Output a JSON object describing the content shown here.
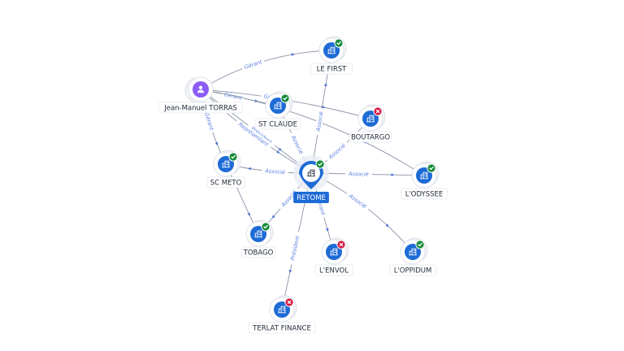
{
  "graph": {
    "center": {
      "id": "retome",
      "label": "RETOME",
      "status": "ok"
    },
    "nodes": [
      {
        "id": "le-first",
        "label": "LE FIRST",
        "type": "company",
        "status": "ok"
      },
      {
        "id": "jean-manuel-torras",
        "label": "Jean-Manuel TORRAS",
        "type": "person",
        "status": ""
      },
      {
        "id": "st-claude",
        "label": "ST CLAUDE",
        "type": "company",
        "status": "ok"
      },
      {
        "id": "boutargo",
        "label": "BOUTARGO",
        "type": "company",
        "status": "ko"
      },
      {
        "id": "sc-meto",
        "label": "SC METO",
        "type": "company",
        "status": "ok"
      },
      {
        "id": "lodyssee",
        "label": "L'ODYSSEE",
        "type": "company",
        "status": "ok"
      },
      {
        "id": "tobago",
        "label": "TOBAGO",
        "type": "company",
        "status": "ok"
      },
      {
        "id": "lenvol",
        "label": "L'ENVOL",
        "type": "company",
        "status": "ko"
      },
      {
        "id": "loppidum",
        "label": "L'OPPIDUM",
        "type": "company",
        "status": "ok"
      },
      {
        "id": "terlat-finance",
        "label": "TERLAT FINANCE",
        "type": "company",
        "status": "ko"
      }
    ],
    "edges": [
      {
        "from": "jean-manuel-torras",
        "to": "le-first",
        "label": "Gérant"
      },
      {
        "from": "jean-manuel-torras",
        "to": "st-claude",
        "label": "Gérant"
      },
      {
        "from": "jean-manuel-torras",
        "to": "sc-meto",
        "label": "Gérant"
      },
      {
        "from": "jean-manuel-torras",
        "to": "retome",
        "label": "Président"
      },
      {
        "from": "jean-manuel-torras",
        "to": "retome",
        "label": "Représentant"
      },
      {
        "from": "jean-manuel-torras",
        "to": "boutargo",
        "label": "Gérant"
      },
      {
        "from": "jean-manuel-torras",
        "to": "lodyssee",
        "label": ""
      },
      {
        "from": "retome",
        "to": "le-first",
        "label": "Associé"
      },
      {
        "from": "retome",
        "to": "st-claude",
        "label": "Associé"
      },
      {
        "from": "retome",
        "to": "boutargo",
        "label": "Associé"
      },
      {
        "from": "retome",
        "to": "sc-meto",
        "label": "Associé"
      },
      {
        "from": "retome",
        "to": "lodyssee",
        "label": "Associé"
      },
      {
        "from": "retome",
        "to": "tobago",
        "label": "Associé"
      },
      {
        "from": "retome",
        "to": "lenvol",
        "label": "Gérant"
      },
      {
        "from": "retome",
        "to": "loppidum",
        "label": "Associé"
      },
      {
        "from": "retome",
        "to": "terlat-finance",
        "label": "Président"
      },
      {
        "from": "sc-meto",
        "to": "tobago",
        "label": ""
      }
    ]
  },
  "icons": {
    "company": "building-icon",
    "person": "person-icon",
    "ok": "check-badge-icon",
    "ko": "cross-badge-icon"
  },
  "colors": {
    "company": "#1e6bd6",
    "person": "#8b5cf6",
    "ok": "#178a3a",
    "ko": "#d4173f",
    "edge": "#8a93a6",
    "edge_label": "#5b7fe0"
  }
}
